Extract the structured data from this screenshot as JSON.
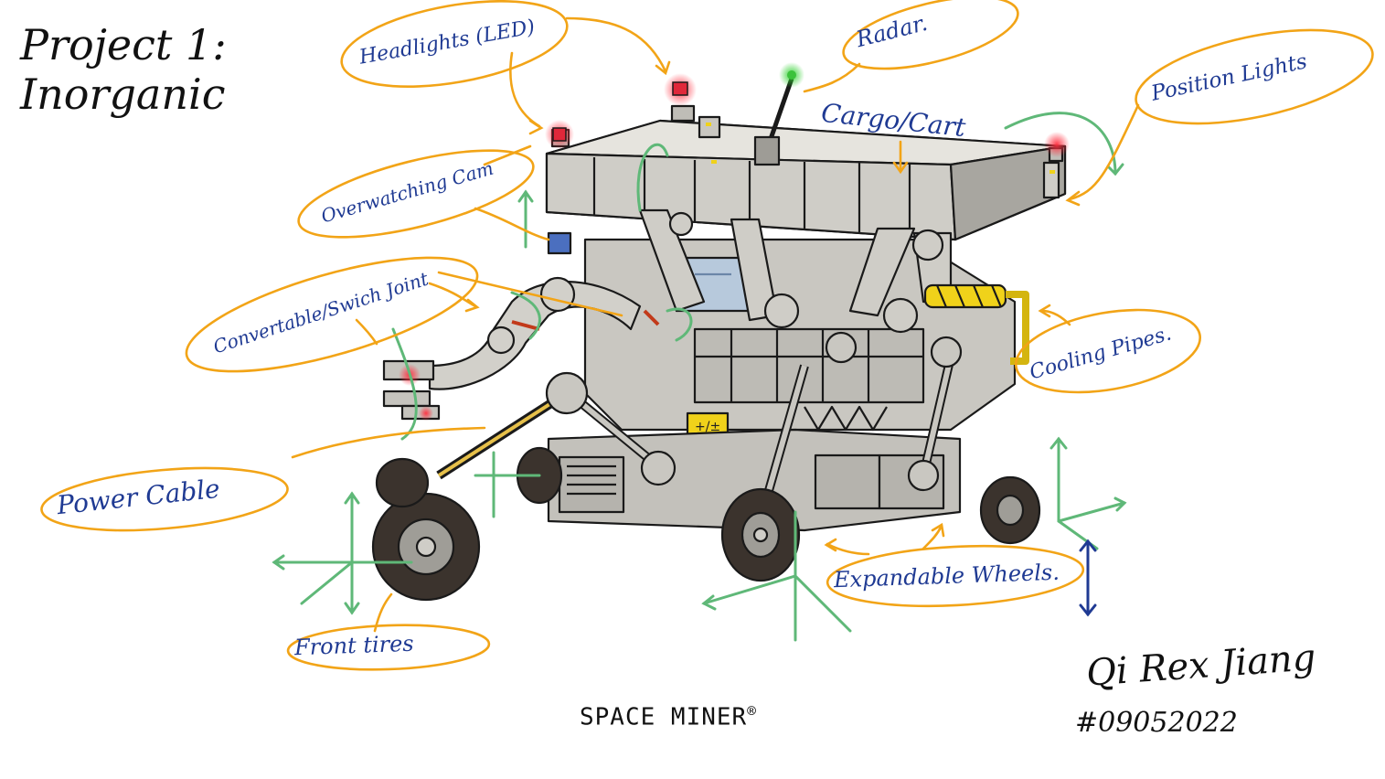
{
  "title_line1": "Project 1:",
  "title_line2": "Inorganic",
  "product_name": "SPACE MINER",
  "registered_mark": "®",
  "signature": "Qi Rex Jiang",
  "date_tag": "#09052022",
  "callouts": {
    "headlights": "Headlights (LED)",
    "radar": "Radar.",
    "position_lights": "Position Lights",
    "cargo_cart": "Cargo/Cart",
    "overwatching_cam": "Overwatching Cam",
    "convertable_joint": "Convertable/Swich Joint",
    "cooling_pipes": "Cooling Pipes.",
    "power_cable": "Power Cable",
    "expandable_wheels": "Expandable Wheels.",
    "front_tires": "Front tires"
  },
  "colors": {
    "ink": "#111111",
    "label_blue": "#1f3a93",
    "bubble_orange": "#f2a417",
    "motion_green": "#5fb878",
    "light_red": "#e0283a",
    "light_green": "#3cc23c",
    "hull_gray": "#d4d2cc",
    "tire_dark": "#3b332d",
    "hazard_yellow": "#f0d21a"
  }
}
